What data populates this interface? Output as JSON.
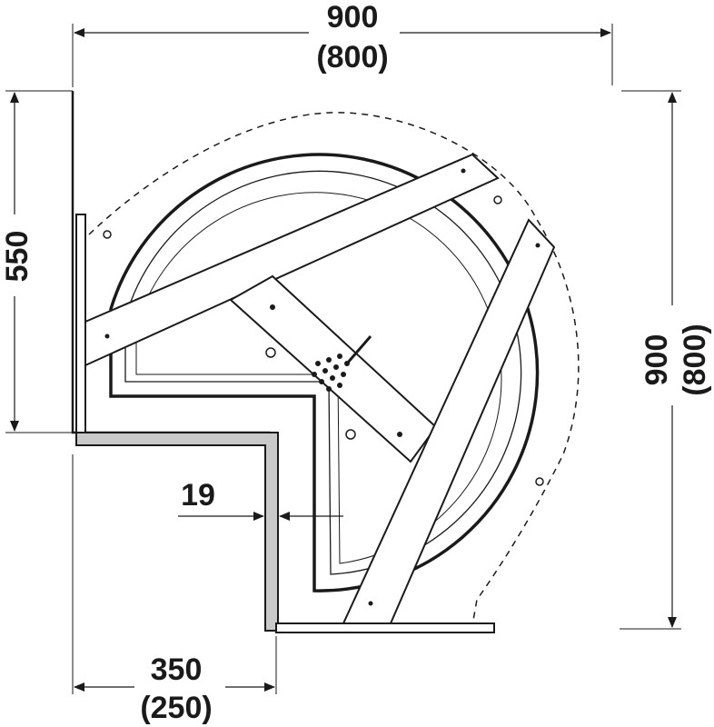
{
  "dimensions": {
    "top_width": {
      "value": "900",
      "alt": "(800)"
    },
    "right_depth": {
      "value": "900",
      "alt": "(800)"
    },
    "left_height": {
      "value": "550"
    },
    "bottom_width": {
      "value": "350",
      "alt": "(250)"
    },
    "panel_thickness": {
      "value": "19"
    }
  },
  "colors": {
    "line": "#1a1a1a",
    "panel_fill": "#c9c9c9",
    "background": "#ffffff"
  }
}
